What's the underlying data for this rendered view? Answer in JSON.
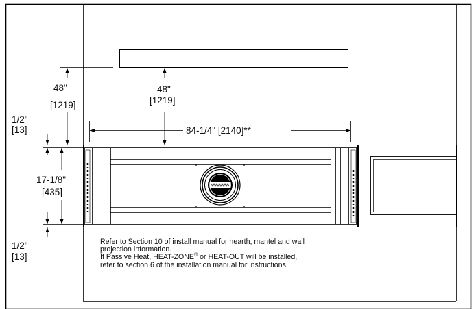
{
  "dimensions": {
    "top_clearance_left": {
      "inches": "48\"",
      "mm": "[1219]"
    },
    "top_clearance_center": {
      "inches": "48\"",
      "mm": "[1219]"
    },
    "width": "84-1/4\" [2140]**",
    "top_gap": {
      "inches": "1/2\"",
      "mm": "[13]"
    },
    "unit_height": {
      "inches": "17-1/8\"",
      "mm": "[435]"
    },
    "bottom_gap": {
      "inches": "1/2\"",
      "mm": "[13]"
    }
  },
  "notes": {
    "line1": "Refer to Section 10 of install manual for hearth, mantel and wall",
    "line2": "projection information.",
    "line3_a": "If Passive Heat, HEAT-ZONE",
    "line3_reg": "®",
    "line3_b": " or HEAT-OUT will be installed,",
    "line4": "refer to section 6 of the installation manual for instructions."
  }
}
